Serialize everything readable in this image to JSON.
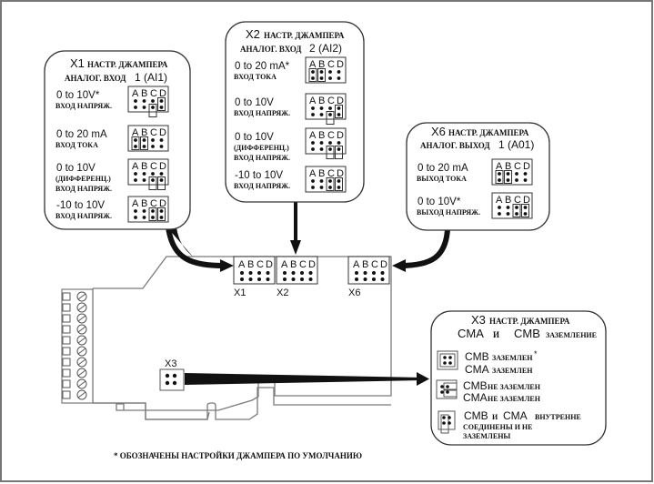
{
  "colors": {
    "line": "#222222",
    "board": "#7a7a7a",
    "frame": "#777777",
    "background": "#ffffff"
  },
  "column_letters": [
    "A",
    "B",
    "C",
    "D"
  ],
  "panels": {
    "x1": {
      "id": "X1",
      "title_rest": "НАСТР. ДЖАМПЕРА",
      "subtitle": "АНАЛОГ. ВХОД",
      "subtitle_code": "1 (AI1)",
      "options": [
        {
          "value": "0 to 10V*",
          "desc": [
            "ВХОД НАПРЯЖ."
          ],
          "jumpers": [
            "D",
            "C-low"
          ]
        },
        {
          "value": "0 to 20 mA",
          "desc": [
            "ВХОД ТОКА"
          ],
          "jumpers": [
            "A",
            "B"
          ]
        },
        {
          "value": "0 to 10V",
          "desc": [
            "(ДИФФЕРЕНЦ.)",
            "ВХОД НАПРЯЖ."
          ],
          "jumpers": [
            "C-low",
            "D-low"
          ]
        },
        {
          "value": "-10 to 10V",
          "desc": [
            "ВХОД НАПРЯЖ."
          ],
          "jumpers": [
            "C",
            "D"
          ]
        }
      ]
    },
    "x2": {
      "id": "X2",
      "title_rest": "НАСТР. ДЖАМПЕРА",
      "subtitle": "АНАЛОГ. ВХОД",
      "subtitle_code": "2 (AI2)",
      "options": [
        {
          "value": "0 to 20 mA*",
          "desc": [
            "ВХОД ТОКА"
          ],
          "jumpers": [
            "A",
            "B"
          ]
        },
        {
          "value": "0 to 10V",
          "desc": [
            "ВХОД НАПРЯЖ."
          ],
          "jumpers": [
            "D",
            "C-low"
          ]
        },
        {
          "value": "0 to 10V",
          "desc": [
            "(ДИФФЕРЕНЦ.)",
            "ВХОД НАПРЯЖ."
          ],
          "jumpers": [
            "C-low",
            "D-low"
          ]
        },
        {
          "value": "-10 to 10V",
          "desc": [
            "ВХОД НАПРЯЖ."
          ],
          "jumpers": [
            "C",
            "D"
          ]
        }
      ]
    },
    "x6": {
      "id": "X6",
      "title_rest": "НАСТР. ДЖАМПЕРА",
      "subtitle": "АНАЛОГ. ВЫХОД",
      "subtitle_code": "1 (A01)",
      "options": [
        {
          "value": "0 to 20 mA",
          "desc": [
            "ВЫХОД ТОКА"
          ],
          "jumpers": [
            "A",
            "B"
          ]
        },
        {
          "value": "0 to 10V*",
          "desc": [
            "ВЫХОД НАПРЯЖ."
          ],
          "jumpers": [
            "C",
            "D"
          ]
        }
      ]
    },
    "x3": {
      "id": "X3",
      "title_rest": "НАСТР. ДЖАМПЕРА",
      "line2_a": "CMA",
      "line2_and": "И",
      "line2_b": "CMB",
      "line2_rest": "ЗАЗЕМЛЕНИЕ",
      "options": [
        {
          "l1_code": "CMB",
          "l1_text": "ЗАЗЕМЛЕН",
          "star": "*",
          "l2_code": "CMA",
          "l2_text": "ЗАЗЕМЛЕН"
        },
        {
          "l1_code": "CMB",
          "l1_text": "НЕ ЗАЗЕМЛЕН",
          "l2_code": "CMA",
          "l2_text": "НЕ ЗАЗЕМЛЕН"
        },
        {
          "l1_code": "CMB",
          "l1_and": "И",
          "l1_code2": "CMA",
          "l1_text": "ВНУТРЕННЕ",
          "l2_text": "СОЕДИНЕНЫ И НЕ",
          "l3_text": "ЗАЗЕМЛЕНЫ"
        }
      ]
    }
  },
  "board": {
    "connectors": [
      {
        "label": "X1"
      },
      {
        "label": "X2"
      },
      {
        "label": "X6"
      },
      {
        "label": "X3"
      }
    ],
    "terminal_count": 10
  },
  "footnote": "* ОБОЗНАЧЕНЫ НАСТРОЙКИ ДЖАМПЕРА ПО УМОЛЧАНИЮ"
}
